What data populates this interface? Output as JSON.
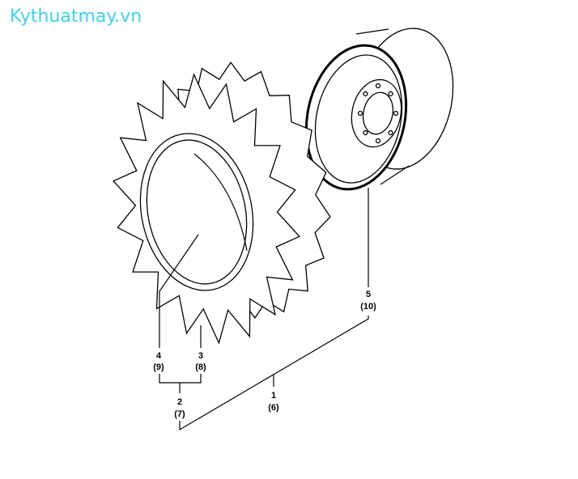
{
  "watermark": "Kythuatmay.vn",
  "callouts": [
    {
      "part": "1",
      "qty": "(6)"
    },
    {
      "part": "2",
      "qty": "(7)"
    },
    {
      "part": "3",
      "qty": "(8)"
    },
    {
      "part": "4",
      "qty": "(9)"
    },
    {
      "part": "5",
      "qty": "(10)"
    }
  ],
  "colors": {
    "watermark": "#3cd3e8",
    "lines": "#000000"
  }
}
